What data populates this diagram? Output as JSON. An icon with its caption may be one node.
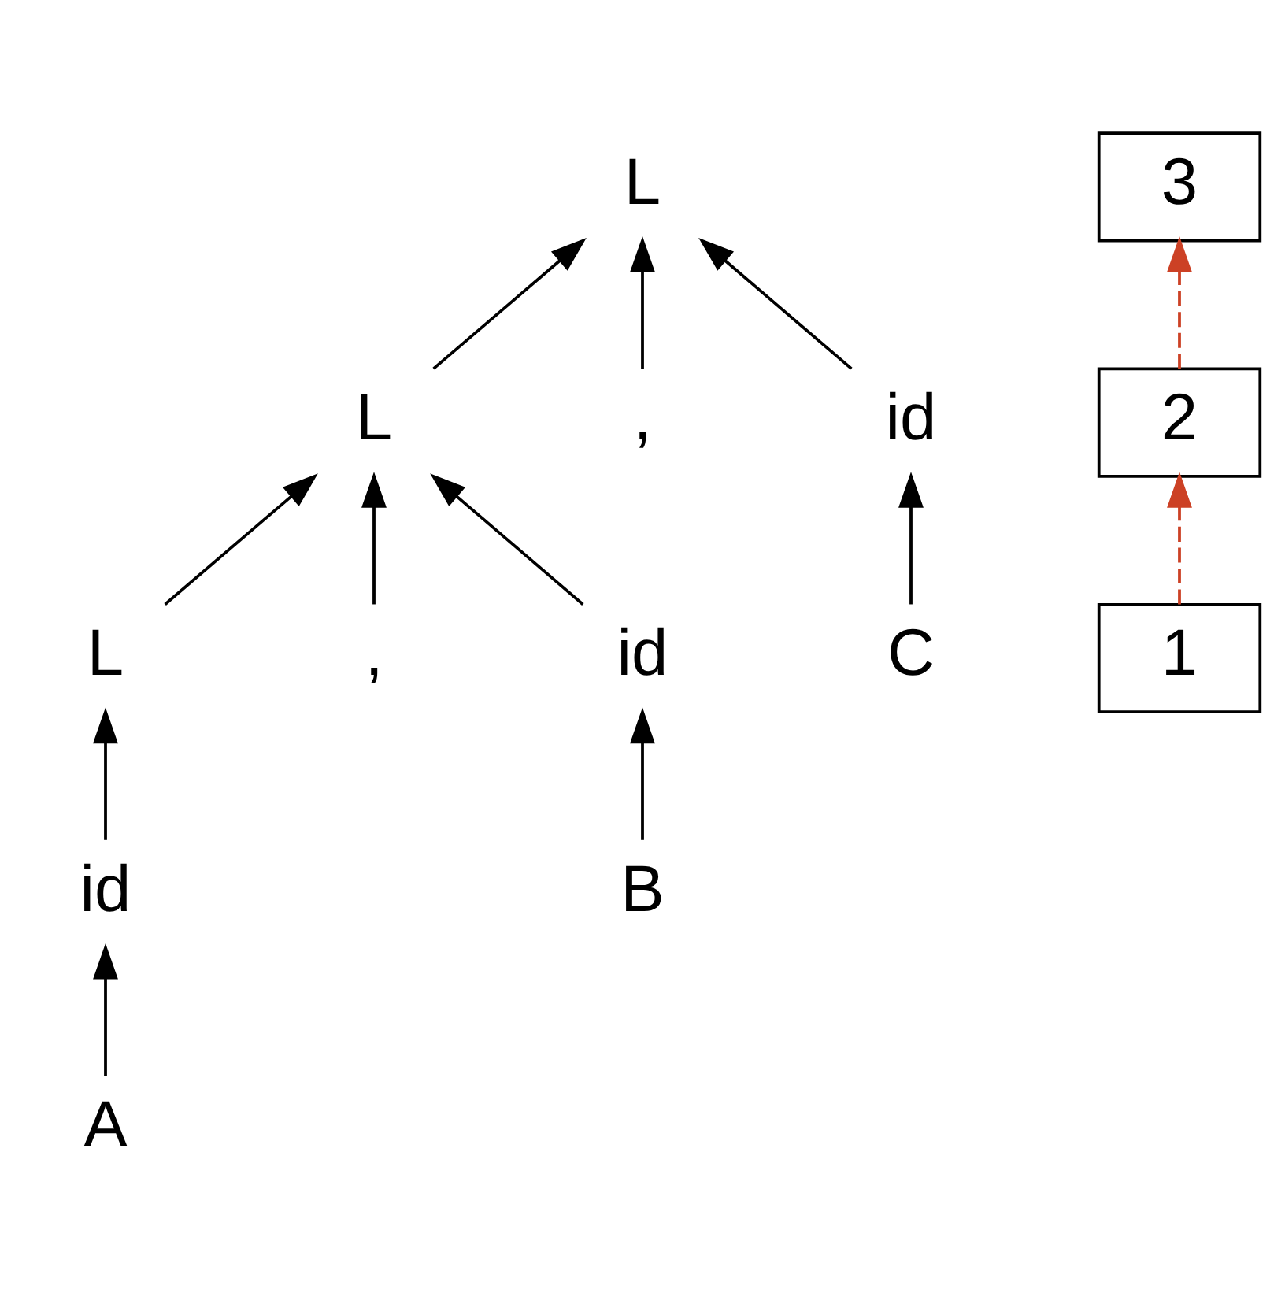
{
  "diagram": {
    "nodes": [
      {
        "text": [
          "L"
        ]
      },
      {
        "text": [
          "3"
        ]
      },
      {
        "text": [
          "L"
        ]
      },
      {
        "text": [
          "2"
        ]
      },
      {
        "text": [
          ","
        ]
      },
      {
        "text": [
          "id"
        ]
      },
      {
        "text": [
          "C"
        ]
      },
      {
        "text": [
          "L"
        ]
      },
      {
        "text": [
          "1"
        ]
      },
      {
        "text": [
          ","
        ]
      },
      {
        "text": [
          "id"
        ]
      },
      {
        "text": [
          "B"
        ]
      },
      {
        "text": [
          "id"
        ]
      },
      {
        "text": [
          "A"
        ]
      }
    ],
    "edges": [
      {
        "from": 2,
        "to": 0,
        "arrow": "to"
      },
      {
        "from": 4,
        "to": 0,
        "arrow": "to"
      },
      {
        "from": 5,
        "to": 0,
        "arrow": "to"
      },
      {
        "from": 6,
        "to": 5,
        "arrow": "to"
      },
      {
        "from": 7,
        "to": 2,
        "arrow": "to"
      },
      {
        "from": 9,
        "to": 2,
        "arrow": "to"
      },
      {
        "from": 10,
        "to": 2,
        "arrow": "to"
      },
      {
        "from": 11,
        "to": 10,
        "arrow": "to"
      },
      {
        "from": 12,
        "to": 7,
        "arrow": "to"
      },
      {
        "from": 13,
        "to": 12,
        "arrow": "to"
      },
      {
        "from": 8,
        "to": 3,
        "arrow": "to",
        "style": "dashed",
        "color": "#cc4125"
      },
      {
        "from": 3,
        "to": 1,
        "arrow": "to",
        "style": "dashed",
        "color": "#cc4125"
      }
    ]
  }
}
